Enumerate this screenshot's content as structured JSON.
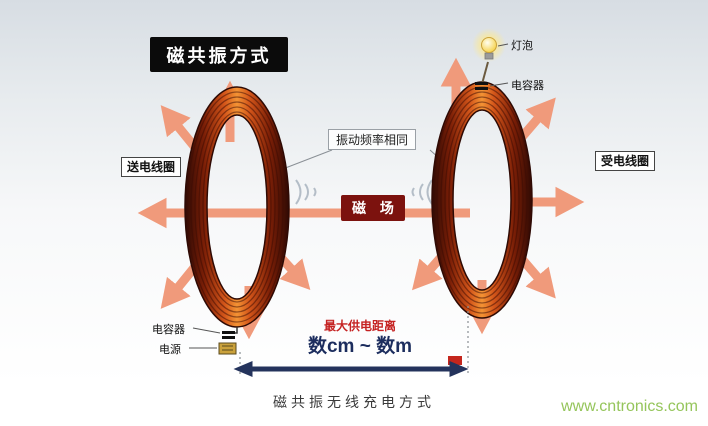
{
  "title": "磁共振方式",
  "coils": {
    "left_label": "送电线圈",
    "right_label": "受电线圈"
  },
  "center": {
    "frequency_note": "振动频率相同",
    "field_label": "磁 场"
  },
  "receiver": {
    "bulb_label": "灯泡",
    "capacitor_label": "电容器"
  },
  "transmitter": {
    "capacitor_label": "电容器",
    "power_label": "电源"
  },
  "distance": {
    "max_label": "最大供电距离",
    "range": "数cm ~ 数m"
  },
  "caption": "磁共振无线充电方式",
  "watermark": "www.cntronics.com",
  "colors": {
    "arrow": "#F09A7B",
    "field_box": "#7C120E",
    "title_bg": "#0B0B0B",
    "distance_text": "#1C2D5E",
    "distance_arrow": "#24335C",
    "max_distance_text": "#C52222",
    "watermark": "#95C55B",
    "coil_copper_bright": "#F39334",
    "coil_copper_dark": "#2F0A04"
  }
}
